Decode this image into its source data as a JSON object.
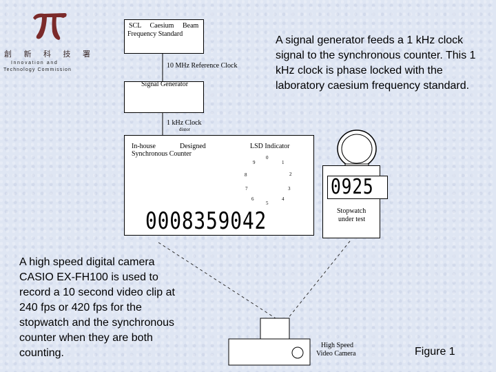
{
  "logo": {
    "chinese_chars": [
      "創",
      "新",
      "科",
      "技",
      "署"
    ],
    "line1": "Innovation and",
    "line2": "Technology Commission"
  },
  "boxes": {
    "scl": {
      "line1": "SCL     Caesium     Beam",
      "line2": "Frequency Standard"
    },
    "signal_generator": "Signal Generator",
    "counter": {
      "line1": "In-house              Designed",
      "line2": "Synchronous Counter"
    },
    "stopwatch": {
      "line1": "Stopwatch",
      "line2": "under test"
    }
  },
  "connections": {
    "ref_clock": "10 MHz Reference Clock",
    "khz_clock": "1 kHz Clock",
    "khz_clock_sub": "distor"
  },
  "lsd_indicator": {
    "label": "LSD Indicator",
    "digits": [
      "0",
      "1",
      "2",
      "3",
      "4",
      "5",
      "6",
      "7",
      "8",
      "9"
    ]
  },
  "counter_display": "0008359042",
  "stopwatch_display": "0925",
  "camera_label": {
    "line1": "High Speed",
    "line2": "Video Camera"
  },
  "texts": {
    "signal_desc": "A signal generator feeds a 1 kHz clock signal to the synchronous counter. This 1 kHz clock is phase locked with the laboratory caesium frequency standard.",
    "camera_desc": "A high speed digital camera CASIO EX-FH100 is used to record a 10 second video clip at 240 fps or 420 fps for the stopwatch and the synchronous counter when they are both counting.",
    "figure": "Figure 1"
  }
}
